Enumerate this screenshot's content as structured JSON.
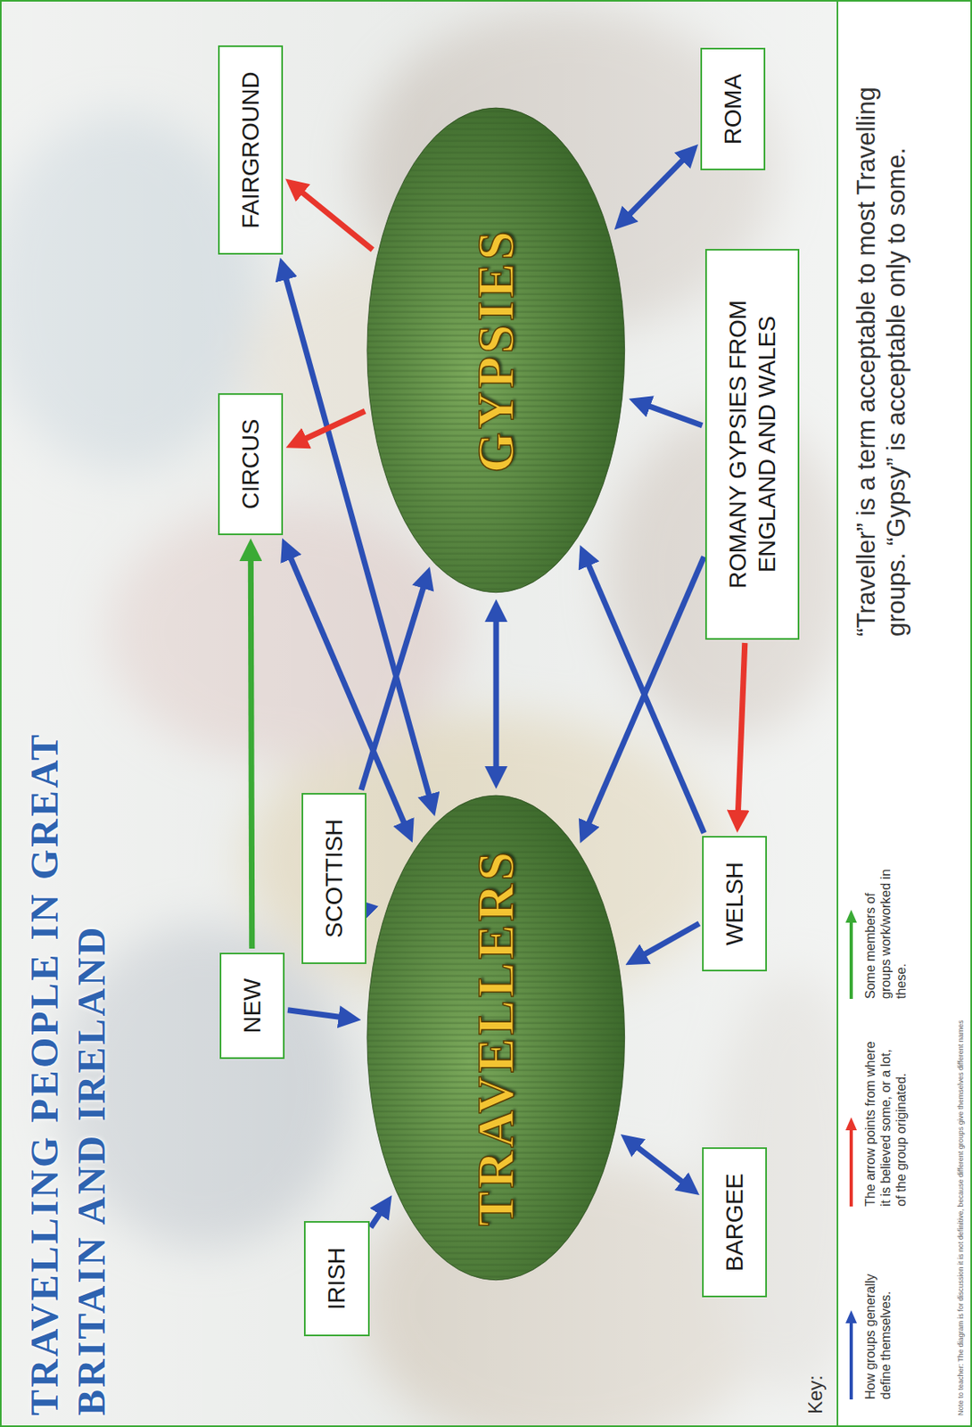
{
  "diagram": {
    "title": "TRAVELLING PEOPLE IN GREAT BRITAIN AND IRELAND",
    "nodes": [
      {
        "text": [
          "IRISH"
        ]
      },
      {
        "text": [
          "NEW"
        ]
      },
      {
        "text": [
          "SCOTTISH"
        ]
      },
      {
        "text": [
          "CIRCUS"
        ]
      },
      {
        "text": [
          "FAIRGROUND"
        ]
      },
      {
        "text": [
          "TRAVELLERS"
        ]
      },
      {
        "text": [
          "GYPSIES"
        ]
      },
      {
        "text": [
          "BARGEE"
        ]
      },
      {
        "text": [
          "WELSH"
        ]
      },
      {
        "text": [
          "ROMANY GYPSIES FROM ENGLAND AND WALES"
        ]
      },
      {
        "text": [
          "ROMA"
        ]
      }
    ],
    "edges": [
      {
        "from": 0,
        "to": 5,
        "arrow": "to"
      },
      {
        "from": 1,
        "to": 5,
        "arrow": "to"
      },
      {
        "from": 1,
        "to": 3,
        "arrow": "to"
      },
      {
        "from": 2,
        "to": 5,
        "arrow": "to"
      },
      {
        "from": 2,
        "to": 6,
        "arrow": "to"
      },
      {
        "from": 3,
        "to": 5,
        "arrow": "both"
      },
      {
        "from": 4,
        "to": 5,
        "arrow": "both"
      },
      {
        "from": 6,
        "to": 3,
        "arrow": "to"
      },
      {
        "from": 6,
        "to": 4,
        "arrow": "to"
      },
      {
        "from": 5,
        "to": 6,
        "arrow": "both"
      },
      {
        "from": 7,
        "to": 5,
        "arrow": "both"
      },
      {
        "from": 8,
        "to": 5,
        "arrow": "to"
      },
      {
        "from": 8,
        "to": 6,
        "arrow": "to"
      },
      {
        "from": 9,
        "to": 6,
        "arrow": "to"
      },
      {
        "from": 9,
        "to": 5,
        "arrow": "to"
      },
      {
        "from": 9,
        "to": 8,
        "arrow": "to"
      },
      {
        "from": 10,
        "to": 6,
        "arrow": "both"
      }
    ],
    "labels": [
      "Key:",
      "“Traveller” is a term acceptable to most Travelling groups. “Gypsy” is acceptable only to some.",
      "Note to teacher: The diagram is for discussion it is not definitive, because different groups give themselves different names"
    ],
    "legend": [
      {
        "text": "How groups generally define themselves.",
        "color": "#2b4fb5"
      },
      {
        "text": "The arrow points from where it is believed some, or a lot, of the group originated.",
        "color": "#e8362c"
      },
      {
        "text": "Some members of groups work/worked in these.",
        "color": "#3aaa35"
      }
    ]
  }
}
